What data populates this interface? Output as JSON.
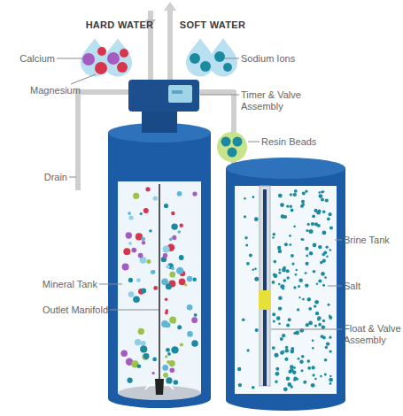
{
  "diagram": {
    "labels": [
      "HARD WATER",
      "SOFT WATER",
      "Calcium",
      "Sodium Ions",
      "Magnesium",
      "Timer & Valve Assembly",
      "Resin Beads",
      "Drain",
      "Brine Tank",
      "Mineral Tank",
      "Salt",
      "Outlet Manifold",
      "Float & Valve Assembly"
    ]
  }
}
